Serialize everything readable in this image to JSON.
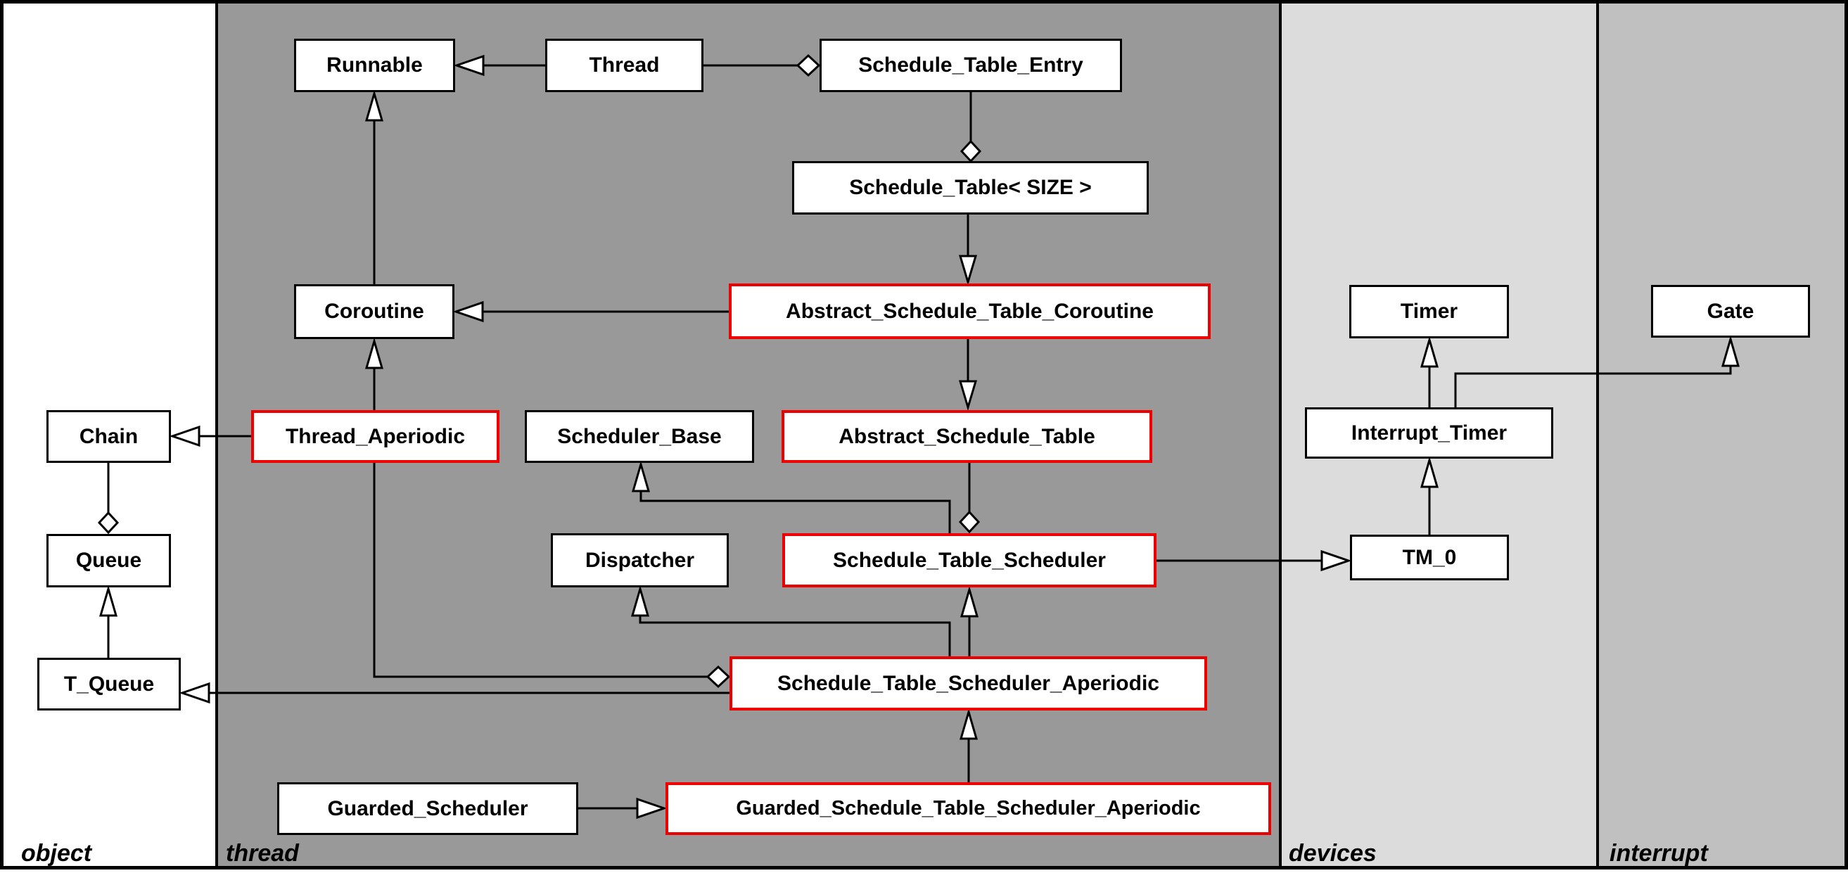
{
  "columns": [
    {
      "label": "object"
    },
    {
      "label": "thread"
    },
    {
      "label": "devices"
    },
    {
      "label": "interrupt"
    }
  ],
  "classes": {
    "runnable": {
      "label": "Runnable",
      "highlighted": false
    },
    "thread": {
      "label": "Thread",
      "highlighted": false
    },
    "schedule_table_entry": {
      "label": "Schedule_Table_Entry",
      "highlighted": false
    },
    "schedule_table": {
      "label": "Schedule_Table< SIZE >",
      "highlighted": false
    },
    "coroutine": {
      "label": "Coroutine",
      "highlighted": false
    },
    "abstract_schedule_table_coroutine": {
      "label": "Abstract_Schedule_Table_Coroutine",
      "highlighted": true
    },
    "chain": {
      "label": "Chain",
      "highlighted": false
    },
    "thread_aperiodic": {
      "label": "Thread_Aperiodic",
      "highlighted": true
    },
    "scheduler_base": {
      "label": "Scheduler_Base",
      "highlighted": false
    },
    "abstract_schedule_table": {
      "label": "Abstract_Schedule_Table",
      "highlighted": true
    },
    "timer": {
      "label": "Timer",
      "highlighted": false
    },
    "gate": {
      "label": "Gate",
      "highlighted": false
    },
    "interrupt_timer": {
      "label": "Interrupt_Timer",
      "highlighted": false
    },
    "queue": {
      "label": "Queue",
      "highlighted": false
    },
    "dispatcher": {
      "label": "Dispatcher",
      "highlighted": false
    },
    "schedule_table_scheduler": {
      "label": "Schedule_Table_Scheduler",
      "highlighted": true
    },
    "tm_0": {
      "label": "TM_0",
      "highlighted": false
    },
    "t_queue": {
      "label": "T_Queue",
      "highlighted": false
    },
    "schedule_table_scheduler_aperiodic": {
      "label": "Schedule_Table_Scheduler_Aperiodic",
      "highlighted": true
    },
    "guarded_scheduler": {
      "label": "Guarded_Scheduler",
      "highlighted": false
    },
    "guarded_schedule_table_scheduler_aperiodic": {
      "label": "Guarded_Schedule_Table_Scheduler_Aperiodic",
      "highlighted": true
    }
  },
  "relations": [
    {
      "from": "Thread",
      "to": "Runnable",
      "type": "inheritance"
    },
    {
      "from": "Schedule_Table_Entry",
      "to": "Thread",
      "type": "aggregation"
    },
    {
      "from": "Schedule_Table< SIZE >",
      "to": "Schedule_Table_Entry",
      "type": "aggregation"
    },
    {
      "from": "Schedule_Table< SIZE >",
      "to": "Abstract_Schedule_Table_Coroutine",
      "type": "inheritance-arrow-to-derived"
    },
    {
      "from": "Abstract_Schedule_Table_Coroutine",
      "to": "Coroutine",
      "type": "inheritance"
    },
    {
      "from": "Coroutine",
      "to": "Runnable",
      "type": "inheritance"
    },
    {
      "from": "Abstract_Schedule_Table_Coroutine",
      "to": "Abstract_Schedule_Table",
      "type": "inheritance-arrow-to-derived"
    },
    {
      "from": "Thread_Aperiodic",
      "to": "Coroutine",
      "type": "inheritance"
    },
    {
      "from": "Thread_Aperiodic",
      "to": "Chain",
      "type": "inheritance"
    },
    {
      "from": "Queue",
      "to": "Chain",
      "type": "aggregation"
    },
    {
      "from": "T_Queue",
      "to": "Queue",
      "type": "inheritance"
    },
    {
      "from": "Schedule_Table_Scheduler",
      "to": "Scheduler_Base",
      "type": "inheritance"
    },
    {
      "from": "Schedule_Table_Scheduler",
      "to": "Abstract_Schedule_Table",
      "type": "aggregation"
    },
    {
      "from": "Schedule_Table_Scheduler",
      "to": "TM_0",
      "type": "inheritance-arrow-to-derived"
    },
    {
      "from": "Schedule_Table_Scheduler_Aperiodic",
      "to": "Dispatcher",
      "type": "inheritance"
    },
    {
      "from": "Schedule_Table_Scheduler_Aperiodic",
      "to": "Schedule_Table_Scheduler",
      "type": "inheritance"
    },
    {
      "from": "Schedule_Table_Scheduler_Aperiodic",
      "to": "Thread_Aperiodic",
      "type": "aggregation"
    },
    {
      "from": "Schedule_Table_Scheduler_Aperiodic",
      "to": "T_Queue",
      "type": "inheritance"
    },
    {
      "from": "TM_0",
      "to": "Interrupt_Timer",
      "type": "inheritance"
    },
    {
      "from": "Interrupt_Timer",
      "to": "Timer",
      "type": "inheritance"
    },
    {
      "from": "Interrupt_Timer",
      "to": "Gate",
      "type": "inheritance"
    },
    {
      "from": "Guarded_Schedule_Table_Scheduler_Aperiodic",
      "to": "Schedule_Table_Scheduler_Aperiodic",
      "type": "inheritance"
    },
    {
      "from": "Guarded_Scheduler",
      "to": "Guarded_Schedule_Table_Scheduler_Aperiodic",
      "type": "inheritance-arrow-to-derived"
    }
  ],
  "colors": {
    "object": "#ffffff",
    "thread": "#999999",
    "devices": "#dcdcdc",
    "interrupt": "#c0c0c0",
    "highlight": "#ee0000"
  }
}
